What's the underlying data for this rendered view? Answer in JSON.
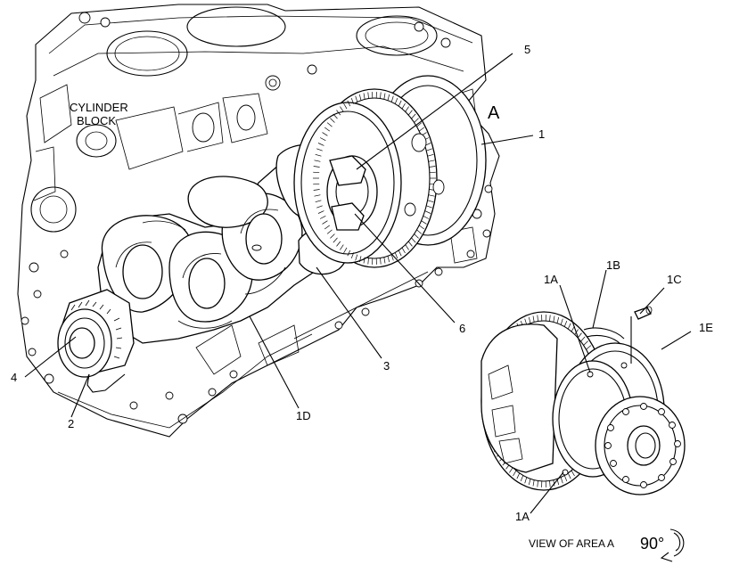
{
  "labels": {
    "cylinder_block_line1": "CYLINDER",
    "cylinder_block_line2": "BLOCK",
    "area": "A",
    "l1": "1",
    "l2": "2",
    "l3": "3",
    "l4": "4",
    "l5": "5",
    "l6": "6",
    "l1D": "1D",
    "l1A_top": "1A",
    "l1B": "1B",
    "l1C": "1C",
    "l1E": "1E",
    "l1A_bottom": "1A"
  },
  "view": {
    "caption": "VIEW OF AREA A",
    "rotation": "90°"
  }
}
